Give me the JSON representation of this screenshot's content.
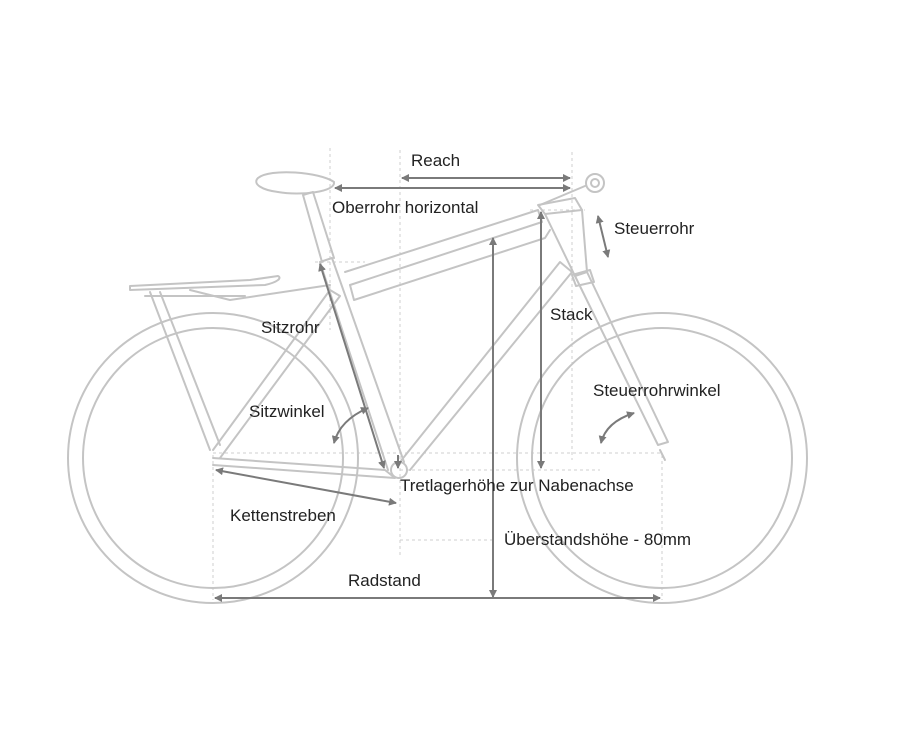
{
  "labels": {
    "reach": "Reach",
    "top_tube": "Oberrohr horizontal",
    "head_tube": "Steuerrohr",
    "stack": "Stack",
    "seat_tube": "Sitzrohr",
    "head_angle": "Steuerrohrwinkel",
    "seat_angle": "Sitzwinkel",
    "bb_drop": "Tretlagerhöhe zur Nabenachse",
    "chainstays": "Kettenstreben",
    "standover": "Überstandshöhe - 80mm",
    "wheelbase": "Radstand"
  },
  "colors": {
    "frame": "#c4c4c4",
    "measure": "#7a7a7a",
    "text": "#222222"
  }
}
